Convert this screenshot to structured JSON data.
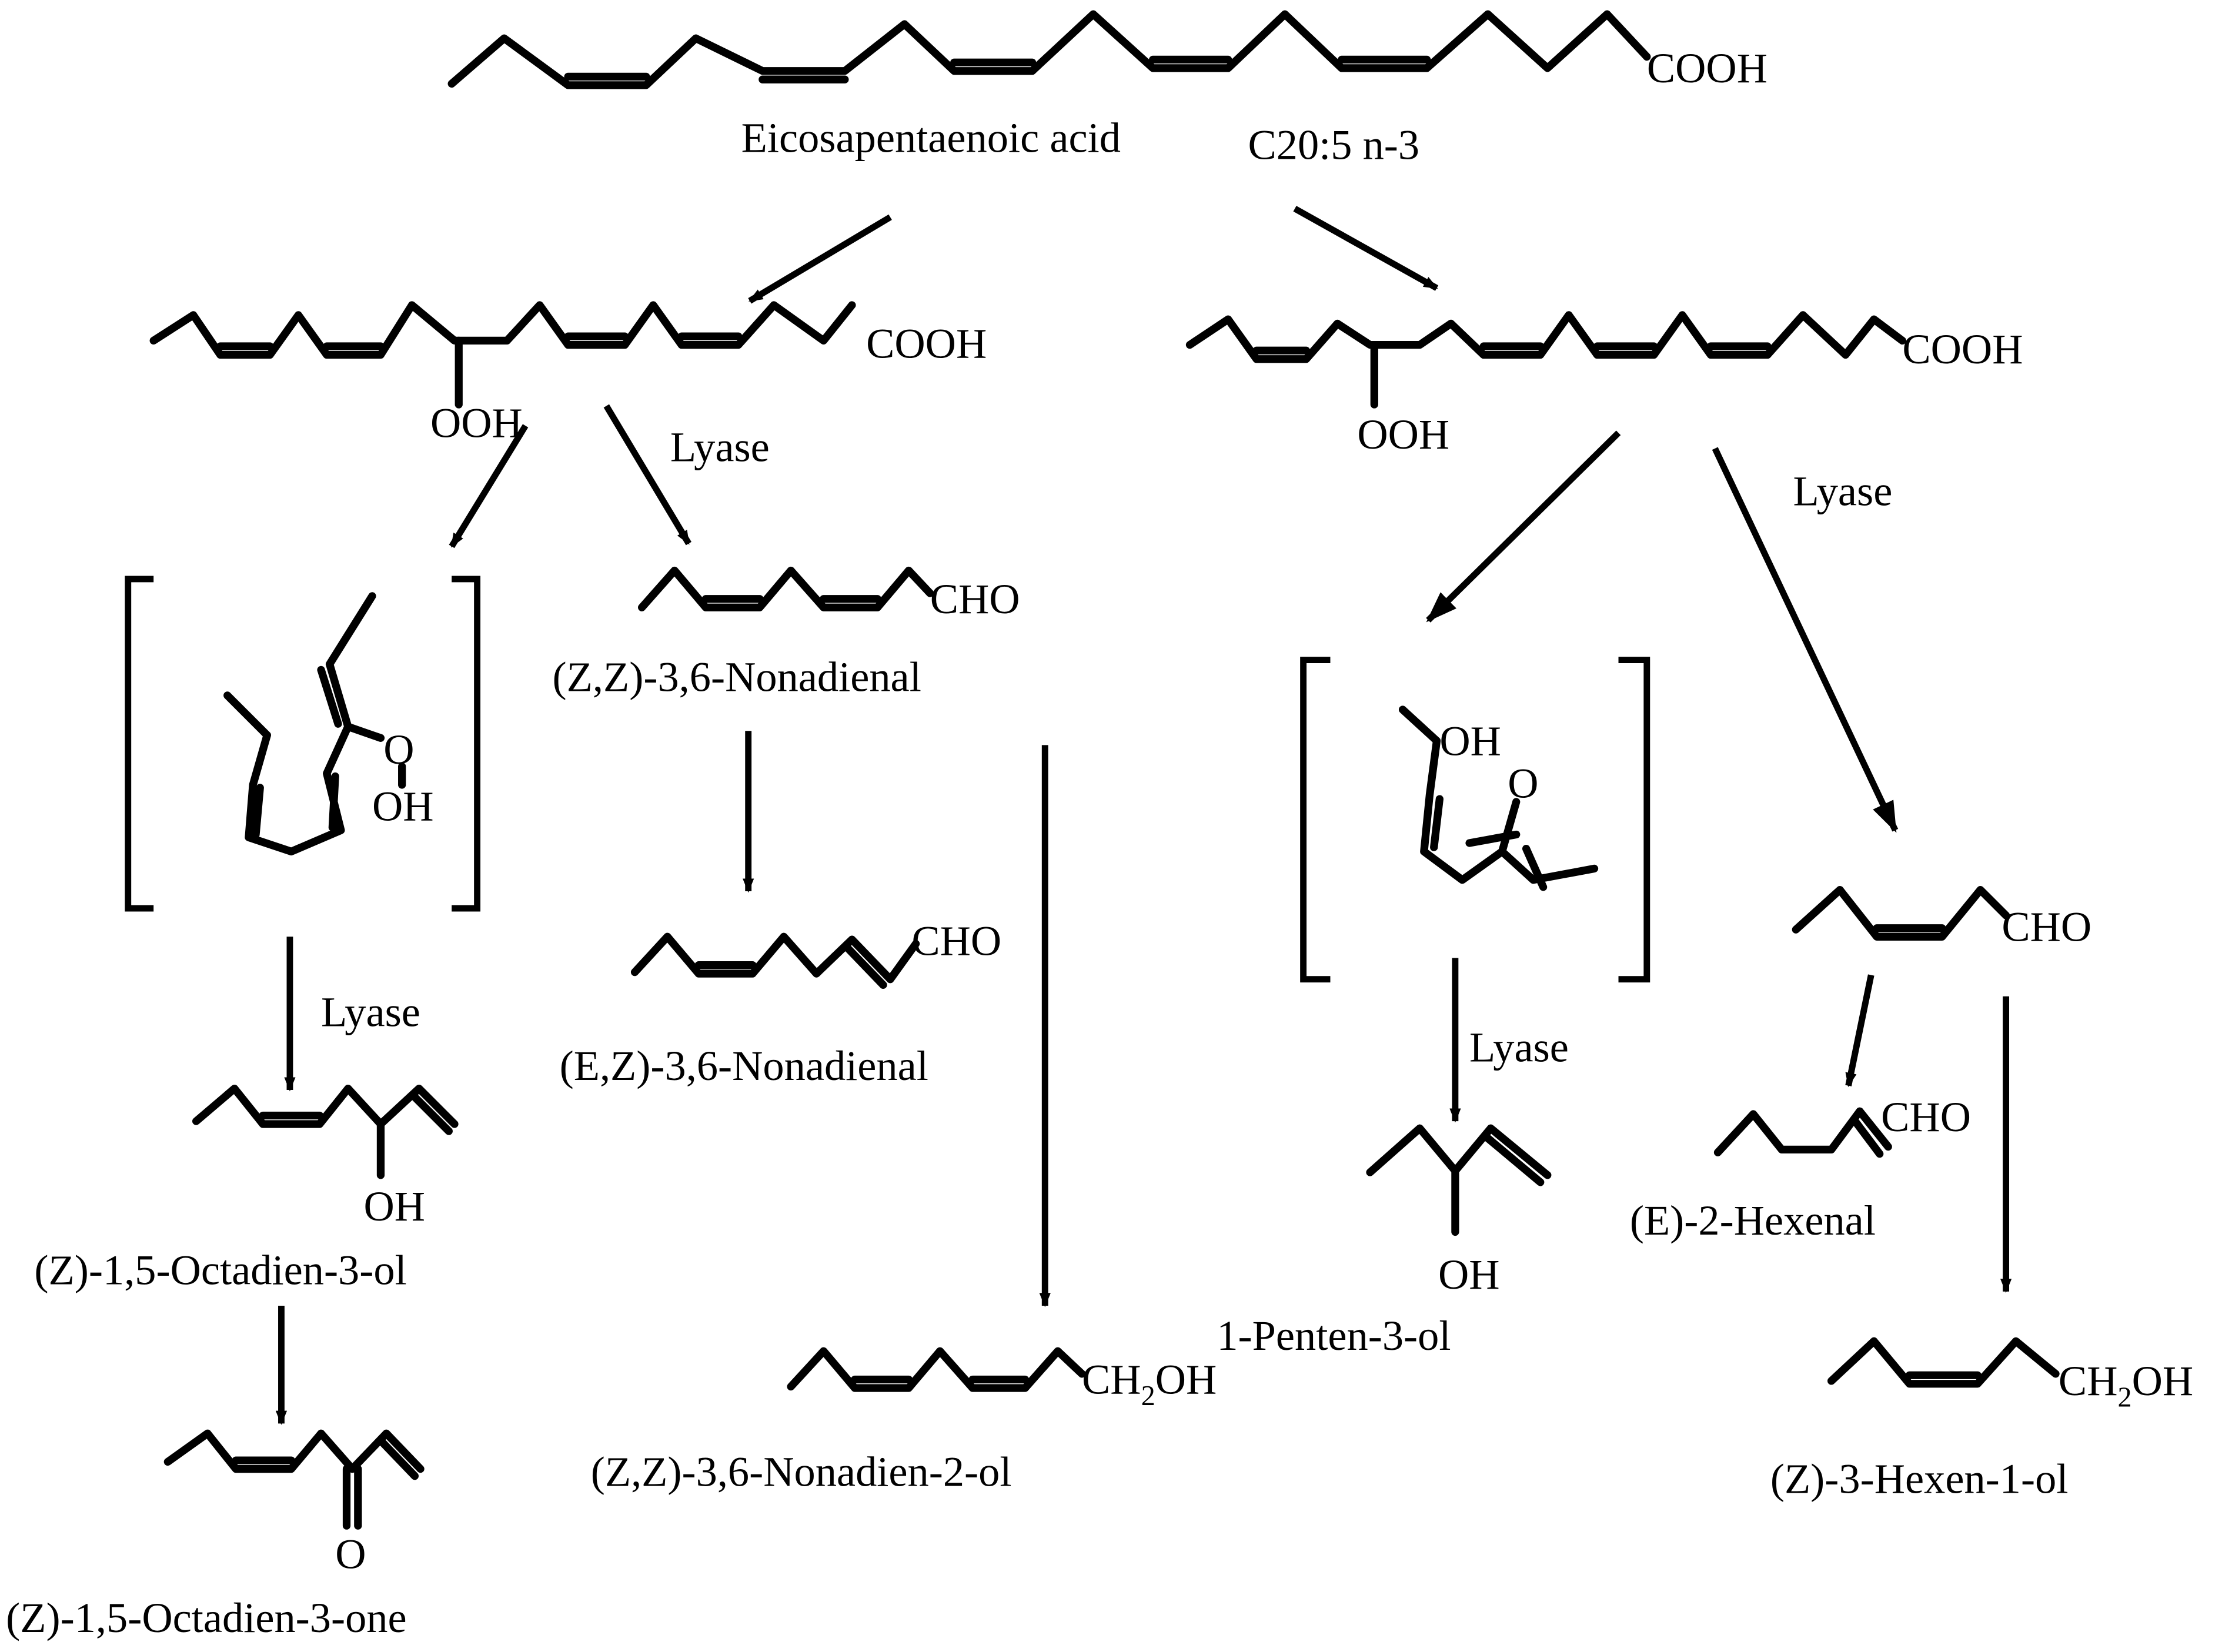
{
  "compounds": {
    "epa_name": "Eicosapentaenoic acid",
    "epa_formula": "C20:5 n-3",
    "nonadienal_zz": "(Z,Z)-3,6-Nonadienal",
    "nonadienal_ez": "(E,Z)-3,6-Nonadienal",
    "nonadienol_zz": "(Z,Z)-3,6-Nonadien-2-ol",
    "octadienol": "(Z)-1,5-Octadien-3-ol",
    "octadienone": "(Z)-1,5-Octadien-3-one",
    "pentenol": "1-Penten-3-ol",
    "hexenal_e": "(E)-2-Hexenal",
    "hexenol_z": "(Z)-3-Hexen-1-ol"
  },
  "enzyme_labels": {
    "lyase": "Lyase"
  },
  "groups": {
    "cooh": "COOH",
    "ooh": "OOH",
    "cho": "CHO",
    "oh": "OH",
    "o": "O",
    "ch2oh_a": "CH",
    "ch2oh_sub": "2",
    "ch2oh_b": "OH"
  }
}
